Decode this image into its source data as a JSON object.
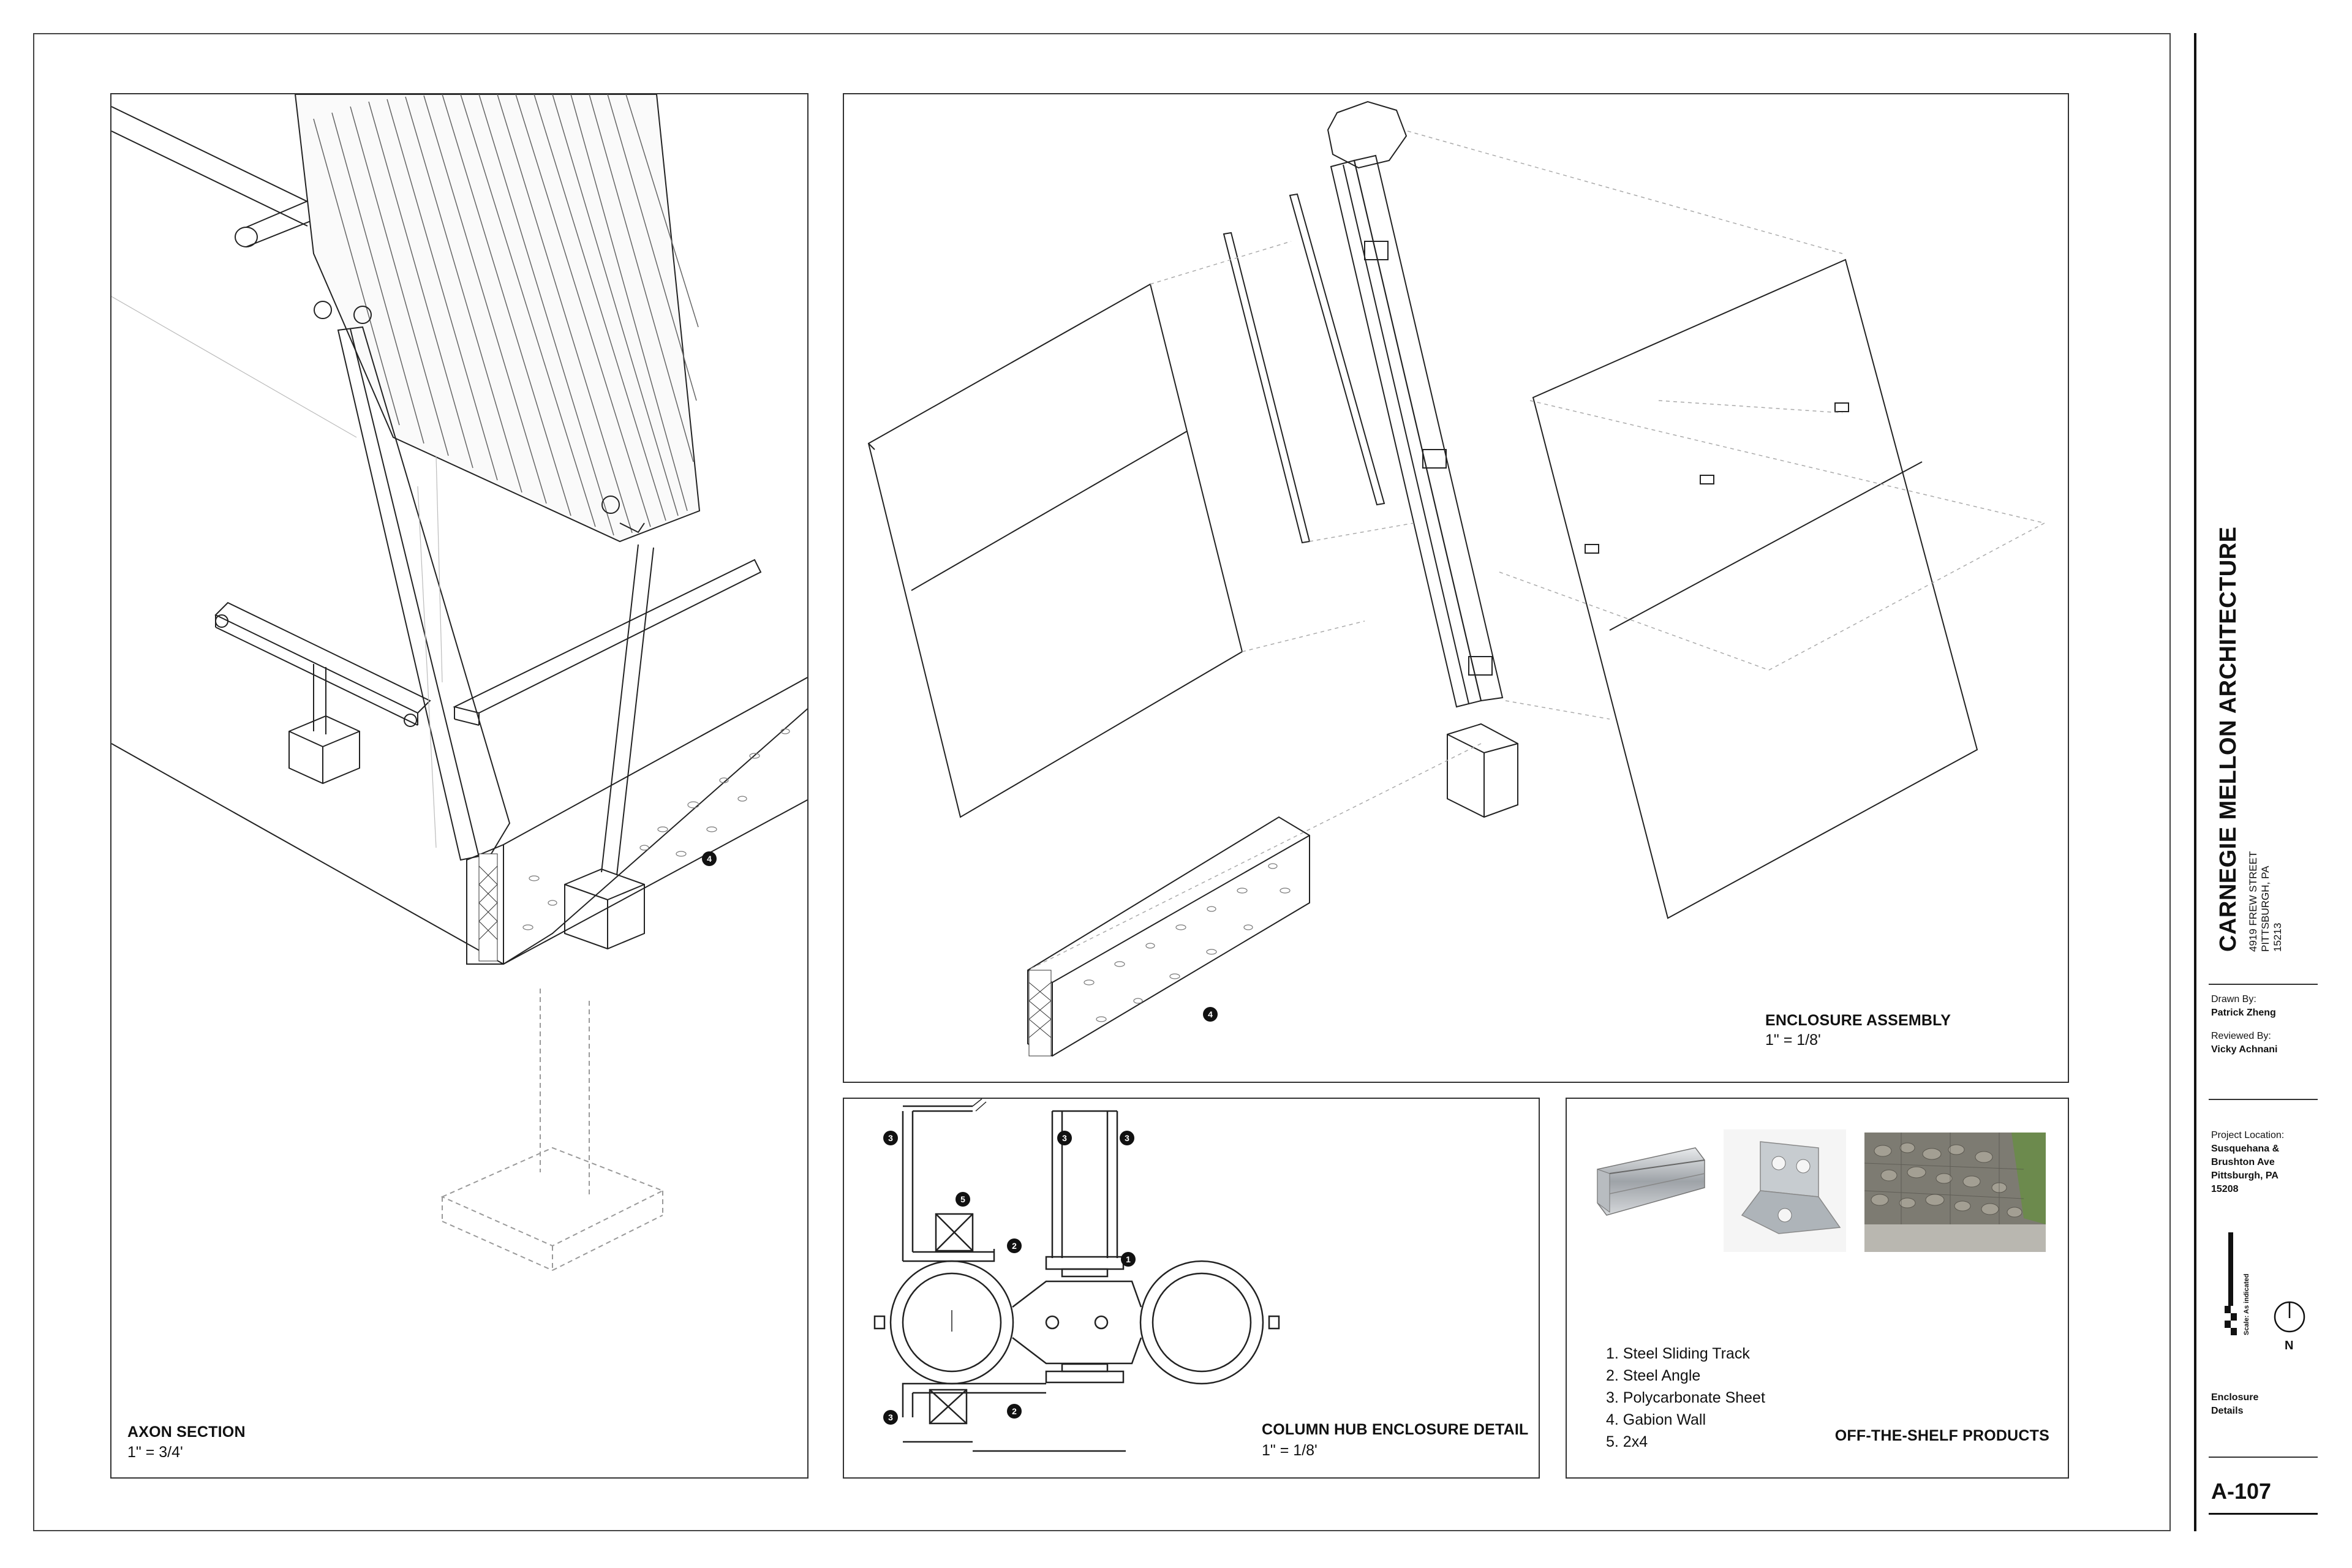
{
  "sheet": {
    "border_color": "#444444"
  },
  "panels": {
    "axon_section": {
      "title": "AXON SECTION",
      "scale": "1\" = 3/4'",
      "callouts": [
        "4"
      ]
    },
    "enclosure_assembly": {
      "title": "ENCLOSURE ASSEMBLY",
      "scale": "1\" = 1/8'",
      "callouts": [
        "4"
      ]
    },
    "column_hub": {
      "title": "COLUMN HUB ENCLOSURE DETAIL",
      "scale": "1\" = 1/8'",
      "callouts": [
        "3",
        "3",
        "3",
        "5",
        "2",
        "1",
        "3",
        "2"
      ]
    },
    "products": {
      "title": "OFF-THE-SHELF PRODUCTS",
      "legend": [
        "1. Steel Sliding Track",
        "2. Steel Angle",
        "3. Polycarbonate Sheet",
        "4. Gabion Wall",
        "5. 2x4"
      ],
      "images": [
        "steel-track-photo",
        "steel-angle-photo",
        "gabion-wall-photo"
      ]
    }
  },
  "title_block": {
    "firm": "CARNEGIE MELLON ARCHITECTURE",
    "address_1": "4919 FREW STREET",
    "address_2": "PITTSBURGH, PA",
    "address_3": "15213",
    "drawn_by_label": "Drawn By:",
    "drawn_by": "Patrick Zheng",
    "reviewed_by_label": "Reviewed By:",
    "reviewed_by": "Vicky Achnani",
    "location_label": "Project Location:",
    "location_1": "Susquehana &",
    "location_2": "Brushton Ave",
    "location_3": "Pittsburgh, PA",
    "location_4": "15208",
    "scale_note": "Scale: As indicated",
    "north": "N",
    "sheet_title_1": "Enclosure",
    "sheet_title_2": "Details",
    "sheet_number": "A-107"
  }
}
